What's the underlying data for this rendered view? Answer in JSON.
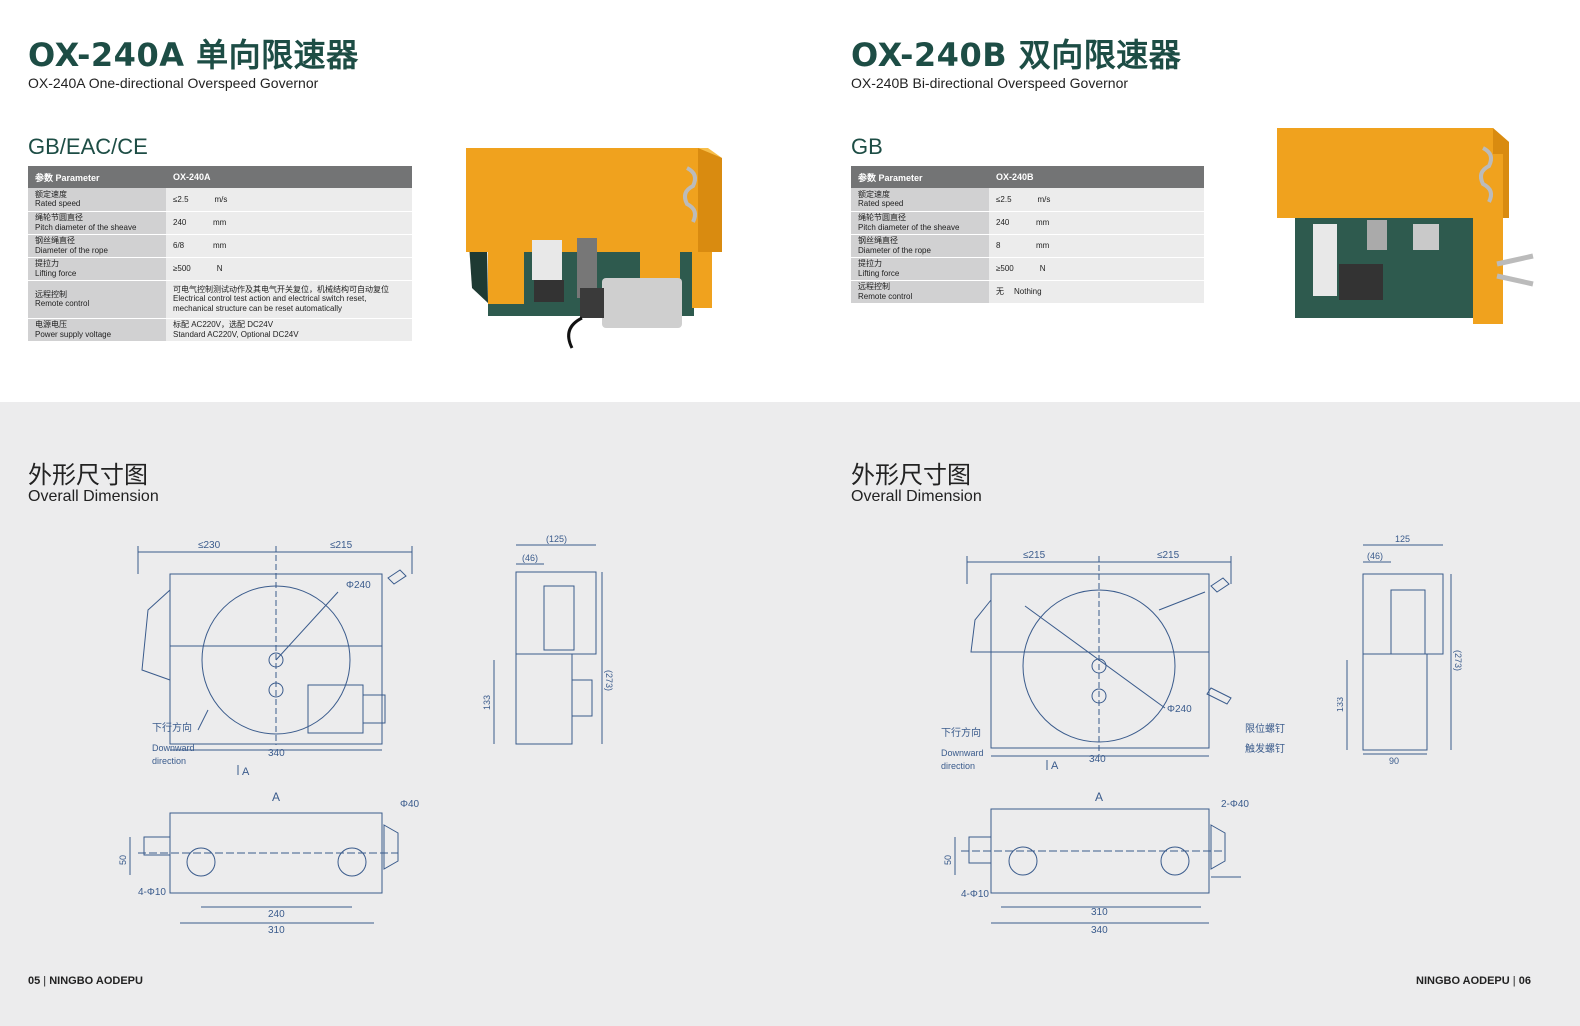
{
  "left": {
    "title": "OX-240A 单向限速器",
    "subtitle": "OX-240A One-directional Overspeed Governor",
    "cert": "GB/EAC/CE",
    "table": {
      "header_param": "参数 Parameter",
      "header_model": "OX-240A",
      "rows": [
        {
          "cn": "额定速度",
          "en": "Rated speed",
          "value": "≤2.5",
          "unit": "m/s"
        },
        {
          "cn": "绳轮节圆直径",
          "en": "Pitch diameter of the sheave",
          "value": "240",
          "unit": "mm"
        },
        {
          "cn": "钢丝绳直径",
          "en": "Diameter of the rope",
          "value": "6/8",
          "unit": "mm"
        },
        {
          "cn": "提拉力",
          "en": "Lifting force",
          "value": "≥500",
          "unit": "N"
        },
        {
          "cn": "远程控制",
          "en": "Remote control",
          "value1": "可电气控制测试动作及其电气开关复位，机械结构可自动复位",
          "value2": "Electrical control test action and electrical switch reset,",
          "value3": "mechanical structure can be reset automatically"
        },
        {
          "cn": "电源电压",
          "en": "Power supply voltage",
          "value1": "标配 AC220V，选配 DC24V",
          "value2": "Standard AC220V, Optional DC24V"
        }
      ]
    },
    "dim_cn": "外形尺寸图",
    "dim_en": "Overall Dimension",
    "drawing": {
      "d_top_left": "≤230",
      "d_top_right": "≤215",
      "d_phi": "Φ240",
      "d_width": "340",
      "down_cn": "下行方向",
      "down_en1": "Downward",
      "down_en2": "direction",
      "view_a": "A",
      "side_125": "(125)",
      "side_46": "(46)",
      "side_273": "(273)",
      "side_133": "133",
      "bot_a": "A",
      "bot_phi40": "Φ40",
      "bot_50": "50",
      "bot_holes": "4-Φ10",
      "bot_240": "240",
      "bot_310": "310"
    },
    "footer_page": "05",
    "footer_brand": "NINGBO AODEPU"
  },
  "right": {
    "title": "OX-240B 双向限速器",
    "subtitle": "OX-240B Bi-directional Overspeed Governor",
    "cert": "GB",
    "table": {
      "header_param": "参数 Parameter",
      "header_model": "OX-240B",
      "rows": [
        {
          "cn": "额定速度",
          "en": "Rated speed",
          "value": "≤2.5",
          "unit": "m/s"
        },
        {
          "cn": "绳轮节圆直径",
          "en": "Pitch diameter of the sheave",
          "value": "240",
          "unit": "mm"
        },
        {
          "cn": "钢丝绳直径",
          "en": "Diameter of the rope",
          "value": "8",
          "unit": "mm"
        },
        {
          "cn": "提拉力",
          "en": "Lifting force",
          "value": "≥500",
          "unit": "N"
        },
        {
          "cn": "远程控制",
          "en": "Remote control",
          "value": "无",
          "unit": "Nothing"
        }
      ]
    },
    "dim_cn": "外形尺寸图",
    "dim_en": "Overall Dimension",
    "drawing": {
      "d_top_left": "≤215",
      "d_top_right": "≤215",
      "d_phi": "Φ240",
      "d_width": "340",
      "down_cn": "下行方向",
      "down_en1": "Downward",
      "down_en2": "direction",
      "view_a": "A",
      "limit_screw": "限位螺钉",
      "trigger_screw": "触发螺钉",
      "side_125": "125",
      "side_46": "(46)",
      "side_273": "(273)",
      "side_133": "133",
      "side_90": "90",
      "bot_a": "A",
      "bot_phi40": "2-Φ40",
      "bot_50": "50",
      "bot_holes": "4-Φ10",
      "bot_310": "310",
      "bot_340": "340"
    },
    "footer_page": "06",
    "footer_brand": "NINGBO AODEPU"
  },
  "colors": {
    "title": "#1d4d45",
    "header": "#737475",
    "drawing_line": "#3a5b8c",
    "orange": "#f0a21e",
    "green": "#2e5a4e"
  }
}
